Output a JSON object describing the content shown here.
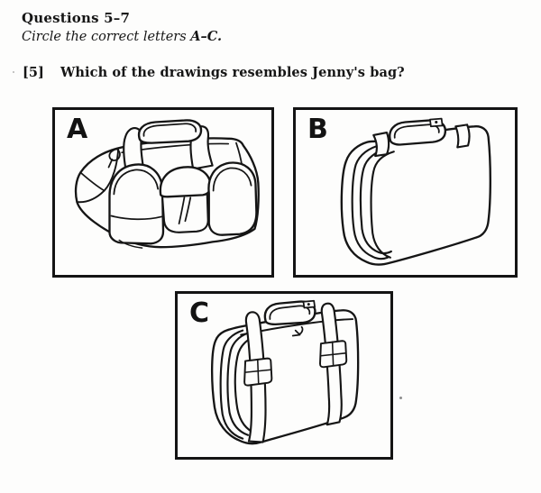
{
  "page": {
    "background": "#fdfdfc",
    "ink": "#161616"
  },
  "header": {
    "title": "Questions 5–7",
    "instruction": "Circle the correct letters ",
    "instruction_emphasis": "A–C."
  },
  "question": {
    "number": "[5]",
    "text": "Which of the drawings resembles Jenny's bag?"
  },
  "options": [
    {
      "letter": "A",
      "drawing": "duffel-bag-drawing"
    },
    {
      "letter": "B",
      "drawing": "hard-suitcase-drawing"
    },
    {
      "letter": "C",
      "drawing": "strapped-suitcase-drawing"
    }
  ]
}
